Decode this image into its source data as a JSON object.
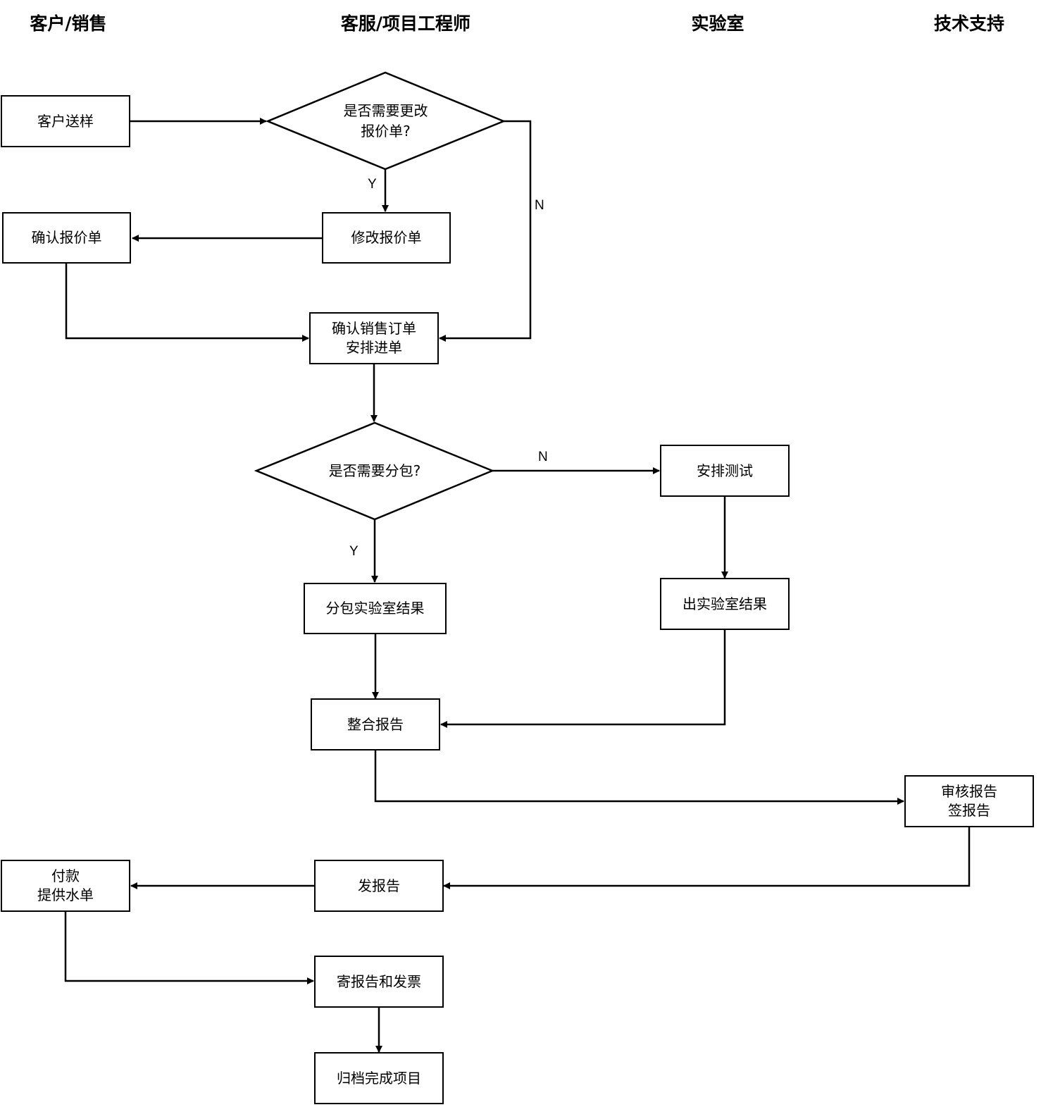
{
  "lanes": {
    "customer_sales": "客户/销售",
    "cs_engineer": "客服/项目工程师",
    "lab": "实验室",
    "tech_support": "技术支持"
  },
  "nodes": {
    "customer_sample": "客户送样",
    "change_quote_q": [
      "是否需要更改",
      "报价单?"
    ],
    "modify_quote": "修改报价单",
    "confirm_quote": "确认报价单",
    "confirm_order": [
      "确认销售订单",
      "安排进单"
    ],
    "subcontract_q": "是否需要分包?",
    "arrange_test": "安排测试",
    "lab_result": "出实验室结果",
    "sub_lab_result": "分包实验室结果",
    "integrate_report": "整合报告",
    "review_report": [
      "审核报告",
      "签报告"
    ],
    "send_report": "发报告",
    "payment": [
      "付款",
      "提供水单"
    ],
    "mail_report": "寄报告和发票",
    "archive": "归档完成项目"
  },
  "edge_labels": {
    "change_yes": "Y",
    "change_no": "N",
    "subcontract_no": "N",
    "subcontract_yes": "Y"
  }
}
